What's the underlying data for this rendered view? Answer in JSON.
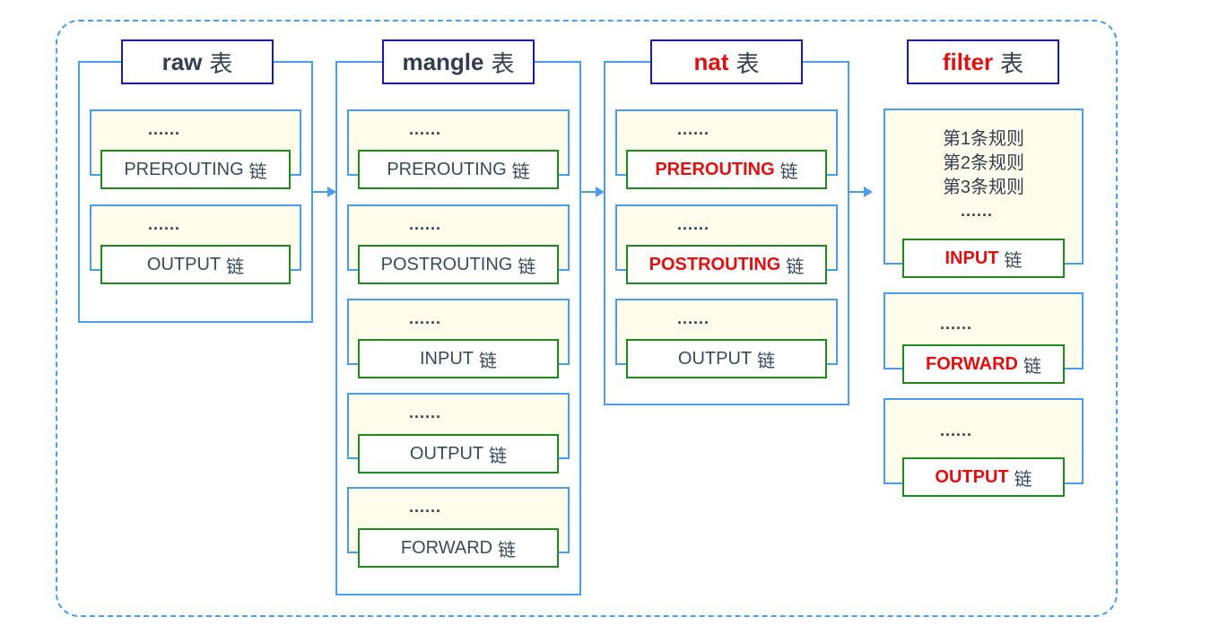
{
  "tables": [
    {
      "name": "raw",
      "suffix": "表",
      "highlight": false,
      "chains": [
        {
          "dots": "......",
          "name": "PREROUTING",
          "suffix": "链",
          "highlight": false
        },
        {
          "dots": "......",
          "name": "OUTPUT",
          "suffix": "链",
          "highlight": false
        }
      ]
    },
    {
      "name": "mangle",
      "suffix": "表",
      "highlight": false,
      "chains": [
        {
          "dots": "......",
          "name": "PREROUTING",
          "suffix": "链",
          "highlight": false
        },
        {
          "dots": "......",
          "name": "POSTROUTING",
          "suffix": "链",
          "highlight": false
        },
        {
          "dots": "......",
          "name": "INPUT",
          "suffix": "链",
          "highlight": false
        },
        {
          "dots": "......",
          "name": "OUTPUT",
          "suffix": "链",
          "highlight": false
        },
        {
          "dots": "......",
          "name": "FORWARD",
          "suffix": "链",
          "highlight": false
        }
      ]
    },
    {
      "name": "nat",
      "suffix": "表",
      "highlight": true,
      "chains": [
        {
          "dots": "......",
          "name": "PREROUTING",
          "suffix": "链",
          "highlight": true
        },
        {
          "dots": "......",
          "name": "POSTROUTING",
          "suffix": "链",
          "highlight": true
        },
        {
          "dots": "......",
          "name": "OUTPUT",
          "suffix": "链",
          "highlight": false
        }
      ]
    },
    {
      "name": "filter",
      "suffix": "表",
      "highlight": true,
      "chains": [
        {
          "rules": [
            "第1条规则",
            "第2条规则",
            "第3条规则"
          ],
          "dots": "......",
          "name": "INPUT",
          "suffix": "链",
          "highlight": true
        },
        {
          "dots": "......",
          "name": "FORWARD",
          "suffix": "链",
          "highlight": true
        },
        {
          "dots": "......",
          "name": "OUTPUT",
          "suffix": "链",
          "highlight": true
        }
      ]
    }
  ],
  "colors": {
    "container_border": "#4a9de8",
    "title_border": "#1a1aa8",
    "chain_border": "#1c8a1c",
    "highlight_text": "#e01010",
    "card_fill": "#fefdeb"
  }
}
